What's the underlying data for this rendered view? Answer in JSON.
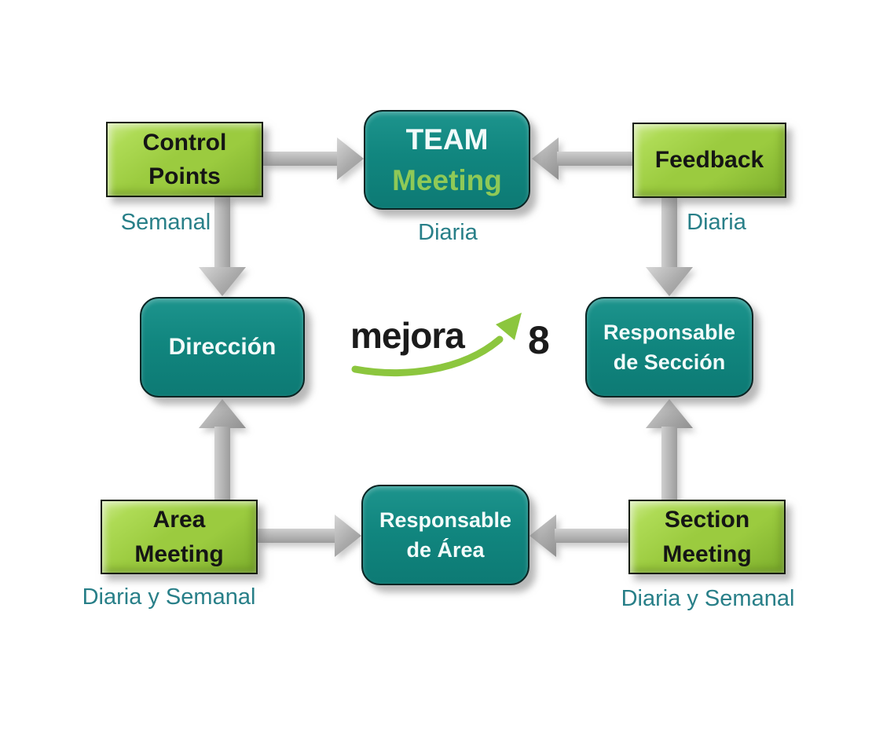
{
  "title": "mejora 8 meeting structure diagram",
  "colors": {
    "background": "#ffffff",
    "green_box": "#9bcb3f",
    "green_box_light": "#cdea8e",
    "green_box_dark": "#7cae2c",
    "teal_box": "#11867f",
    "label_teal": "#287f88",
    "meeting_green": "#8ec957",
    "logo_green": "#8cc63e",
    "arrow_gray": "#a9a9a9",
    "text_black": "#151515",
    "text_white": "#f2fbfa"
  },
  "nodes": {
    "control_points": {
      "line1": "Control",
      "line2": "Points"
    },
    "team_meeting": {
      "line1": "TEAM",
      "line2": "Meeting"
    },
    "feedback": {
      "line1": "Feedback"
    },
    "direccion": {
      "line1": "Dirección"
    },
    "resp_seccion": {
      "line1": "Responsable",
      "line2": "de Sección"
    },
    "area_meeting": {
      "line1": "Area",
      "line2": "Meeting"
    },
    "resp_area": {
      "line1": "Responsable",
      "line2": "de Área"
    },
    "section_meeting": {
      "line1": "Section",
      "line2": "Meeting"
    }
  },
  "frequency_labels": {
    "control_points": "Semanal",
    "team_meeting": "Diaria",
    "feedback": "Diaria",
    "area_meeting": "Diaria y Semanal",
    "section_meeting": "Diaria y Semanal"
  },
  "edges": [
    {
      "from": "control_points",
      "to": "team_meeting",
      "direction": "right"
    },
    {
      "from": "feedback",
      "to": "team_meeting",
      "direction": "left"
    },
    {
      "from": "control_points",
      "to": "direccion",
      "direction": "down"
    },
    {
      "from": "feedback",
      "to": "resp_seccion",
      "direction": "down"
    },
    {
      "from": "area_meeting",
      "to": "direccion",
      "direction": "up"
    },
    {
      "from": "section_meeting",
      "to": "resp_seccion",
      "direction": "up"
    },
    {
      "from": "area_meeting",
      "to": "resp_area",
      "direction": "right"
    },
    {
      "from": "section_meeting",
      "to": "resp_area",
      "direction": "left"
    }
  ],
  "logo": {
    "word": "mejora",
    "number": "8"
  }
}
